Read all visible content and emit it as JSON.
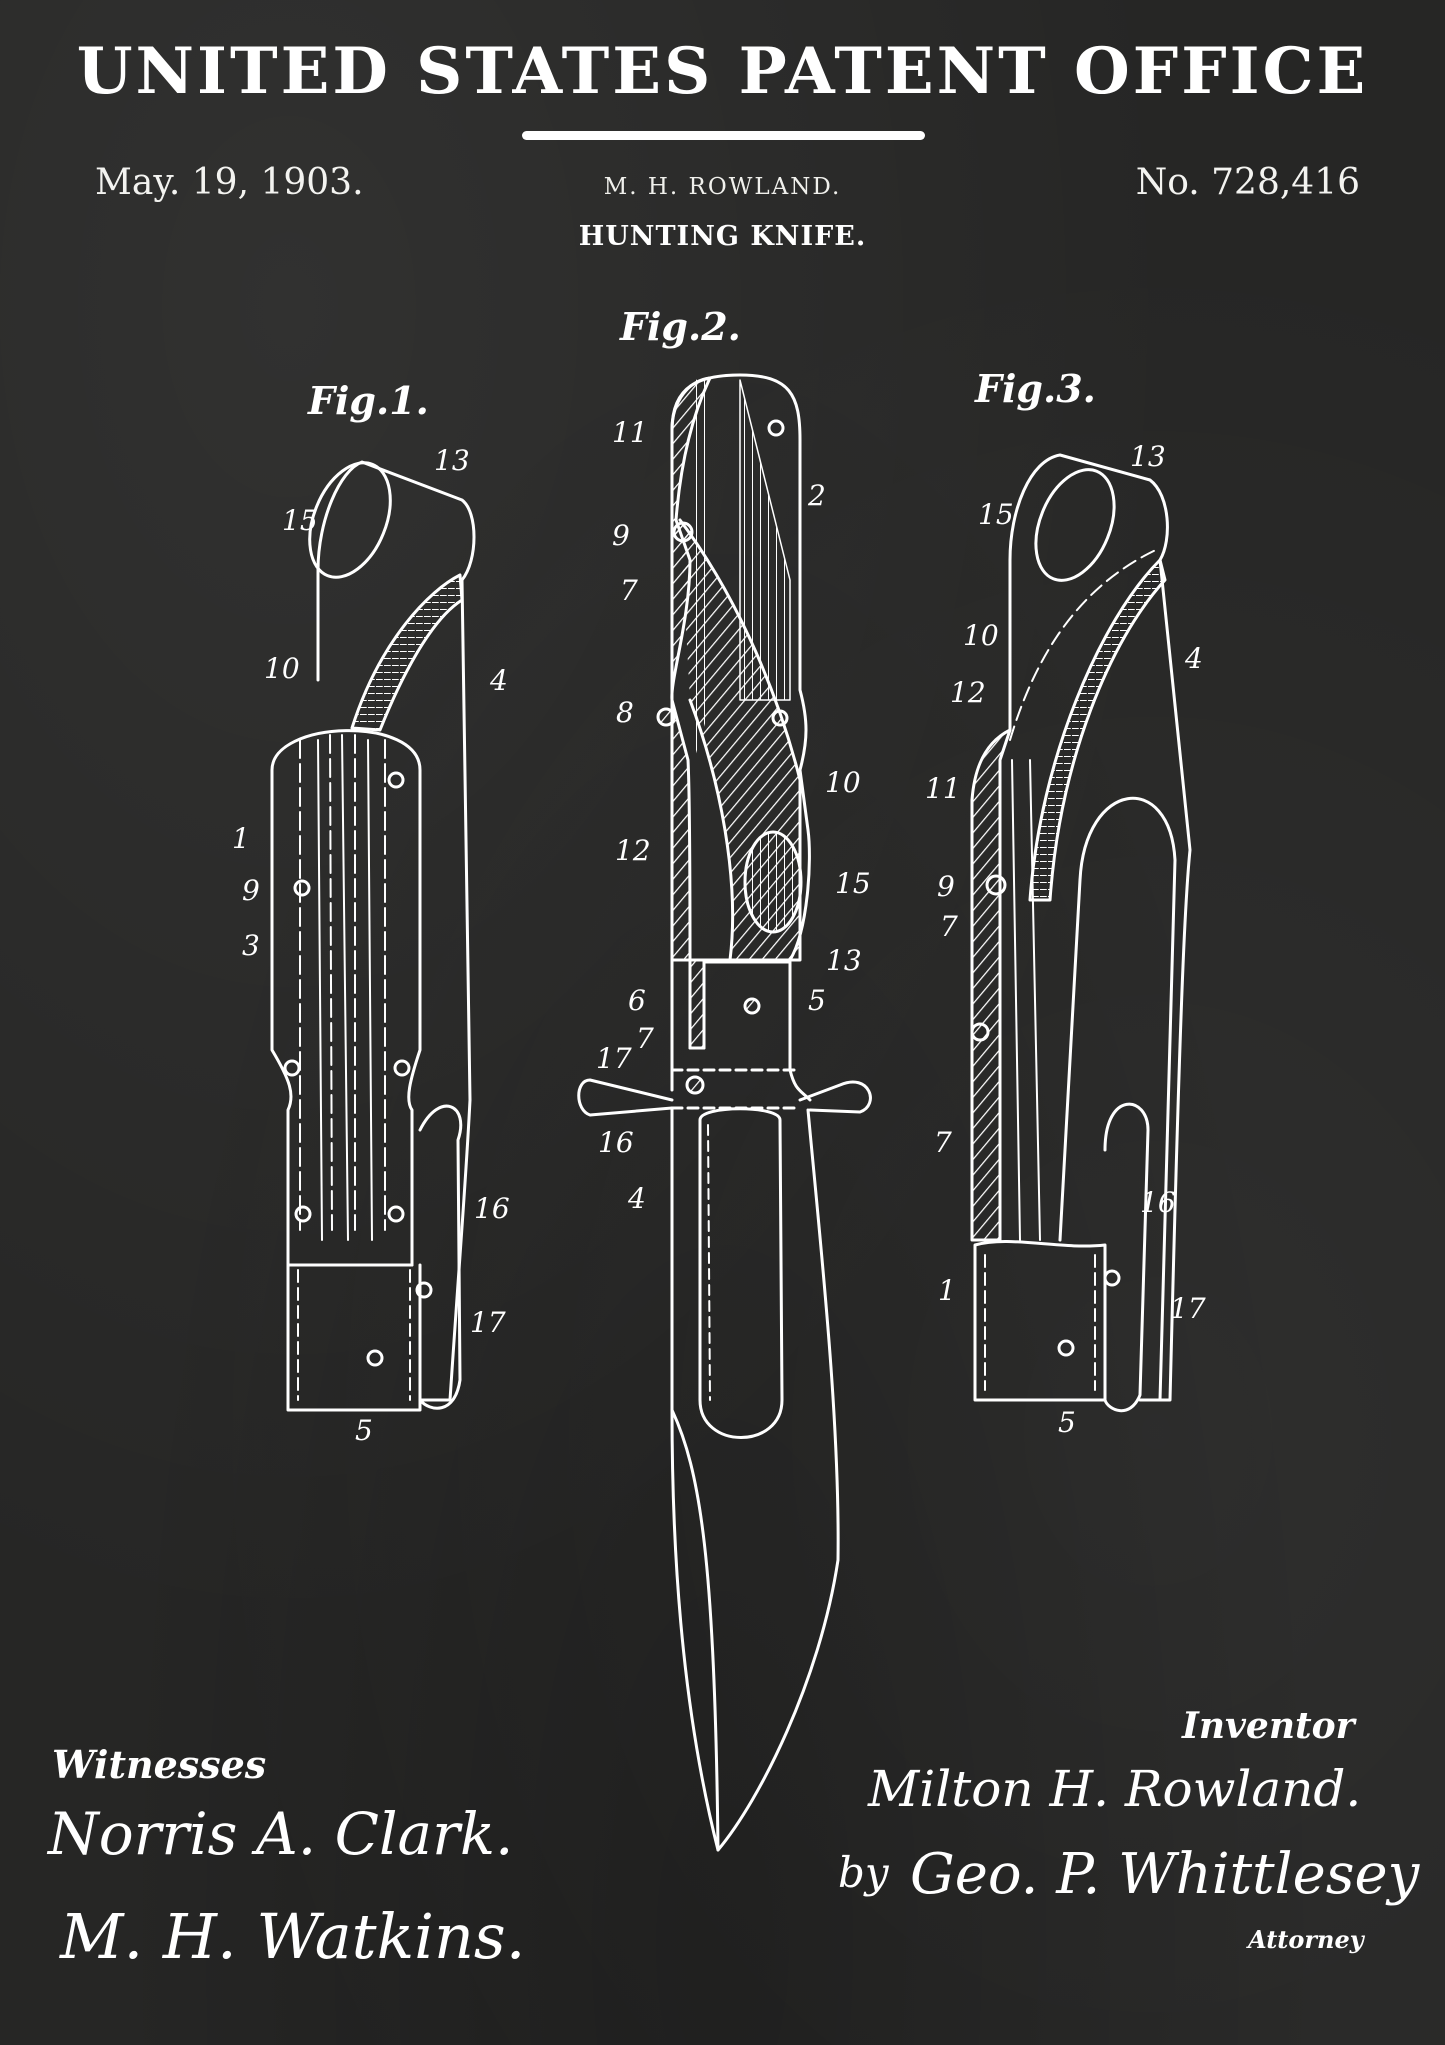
{
  "header": {
    "office": "UNITED STATES PATENT OFFICE",
    "date": "May. 19, 1903.",
    "inventor": "M. H. ROWLAND.",
    "patent_number": "No. 728,416",
    "title": "HUNTING KNIFE."
  },
  "figures": [
    {
      "label": "Fig.1.",
      "refs": [
        "13",
        "15",
        "10",
        "4",
        "1",
        "9",
        "3",
        "16",
        "17",
        "5"
      ]
    },
    {
      "label": "Fig.2.",
      "refs": [
        "11",
        "2",
        "9",
        "7",
        "8",
        "10",
        "12",
        "15",
        "13",
        "6",
        "5",
        "7",
        "17",
        "16",
        "4"
      ]
    },
    {
      "label": "Fig.3.",
      "refs": [
        "13",
        "15",
        "10",
        "4",
        "12",
        "11",
        "9",
        "7",
        "7",
        "16",
        "1",
        "17",
        "5"
      ]
    }
  ],
  "witnesses": {
    "heading": "Witnesses",
    "names": [
      "Norris A. Clark.",
      "M. H. Watkins."
    ]
  },
  "inventor_block": {
    "heading": "Inventor",
    "signature": "Milton H. Rowland.",
    "by": "by",
    "attorney_signature": "Geo. P. Whittlesey",
    "attorney_label": "Attorney"
  },
  "colors": {
    "background": "#262625",
    "ink": "#ffffff"
  }
}
